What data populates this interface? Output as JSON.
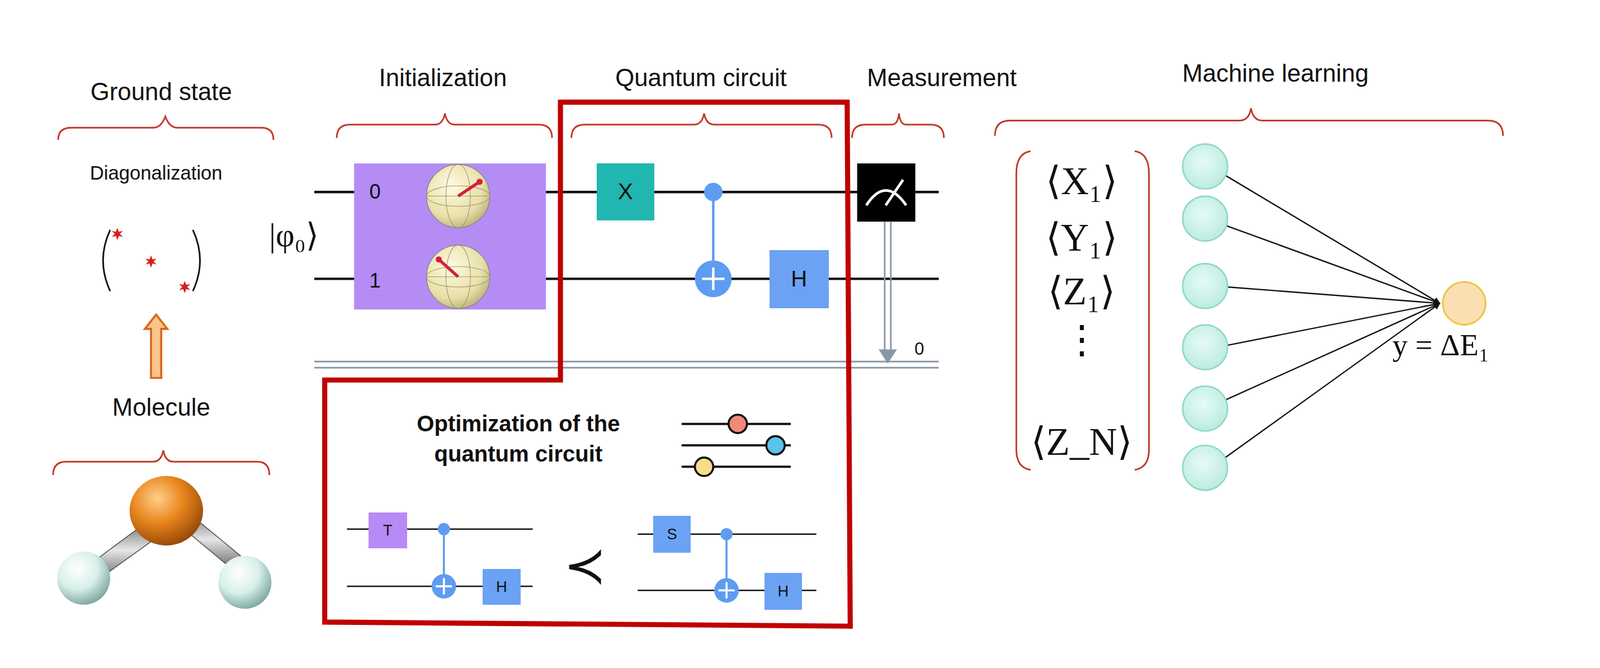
{
  "diagram": {
    "nodes": [
      {
        "text": [
          "0",
          "1"
        ]
      },
      {
        "text": [
          "Optimization of the quantum circuit"
        ]
      },
      {
        "text": [
          "X"
        ],
        "in": 1
      },
      {
        "text": [
          "H"
        ],
        "in": 1
      },
      {
        "text": [
          "T"
        ],
        "in": 1
      },
      {
        "text": [
          "H"
        ],
        "in": 1
      },
      {
        "text": [
          "S"
        ],
        "in": 1
      },
      {
        "text": [
          "H"
        ],
        "in": 1
      },
      {
        "text": [
          "y =  ΔE₁"
        ]
      }
    ],
    "labels": [
      "Ground state",
      "Diagonalization",
      "Molecule",
      "Initialization",
      "Quantum circuit",
      "Measurement",
      "Machine learning",
      "|φ₀⟩",
      "0",
      "≺",
      "⟨X₁⟩",
      "⟨Y₁⟩",
      "⟨Z₁⟩",
      "⋮",
      "⟨Z_N⟩"
    ]
  }
}
